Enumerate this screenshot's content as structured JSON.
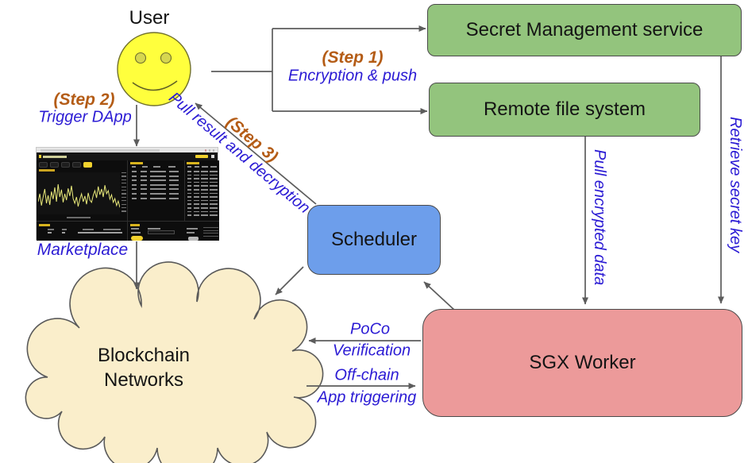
{
  "user_label": "User",
  "steps": {
    "step1_label": "(Step 1)",
    "step1_caption": "Encryption & push",
    "step2_label": "(Step 2)",
    "step2_caption": "Trigger DApp",
    "step3_label": "(Step 3)",
    "step3_caption": "Pull result and decryption"
  },
  "nodes": {
    "secret_management": "Secret Management service",
    "remote_file_system": "Remote file system",
    "scheduler": "Scheduler",
    "sgx_worker": "SGX Worker",
    "blockchain_line1": "Blockchain",
    "blockchain_line2": "Networks"
  },
  "edges": {
    "pull_encrypted_data": "Pull encrypted data",
    "retrieve_secret_key": "Retrieve secret key",
    "poco_line1": "PoCo",
    "poco_line2": "Verification",
    "offchain_line1": "Off-chain",
    "offchain_line2": "App triggering"
  },
  "marketplace": {
    "caption": "Marketplace",
    "thumb": {
      "tab_count": 5,
      "axis_ticks": 12,
      "table_a_rows": 7,
      "table_b_rows": 13,
      "sparkline": [
        0.3,
        0.55,
        0.18,
        0.45,
        0.7,
        0.25,
        0.5,
        0.2,
        0.62,
        0.38,
        0.75,
        0.3,
        0.85,
        0.45,
        0.68,
        0.28,
        0.55,
        0.35,
        0.72,
        0.48,
        0.8,
        0.4,
        0.25,
        0.45,
        0.15,
        0.38,
        0.55,
        0.3,
        0.48,
        0.22,
        0.58,
        0.35,
        0.28,
        0.5,
        0.65,
        0.42,
        0.78,
        0.52,
        0.7,
        0.45,
        0.82,
        0.55,
        0.65,
        0.38,
        0.52,
        0.28,
        0.4,
        0.18,
        0.32,
        0.12
      ]
    }
  },
  "colors": {
    "green_box": "#93c47d",
    "blue_box": "#6d9eeb",
    "pink_box": "#ec9a9a",
    "cloud_fill": "#faeecb",
    "smiley_fill": "#ffff3d",
    "arrow_stroke": "#5c5c5c",
    "step_label_color": "#b45c16",
    "edge_label_color": "#2b1bd4",
    "thumb_accent": "#f2d22e"
  }
}
